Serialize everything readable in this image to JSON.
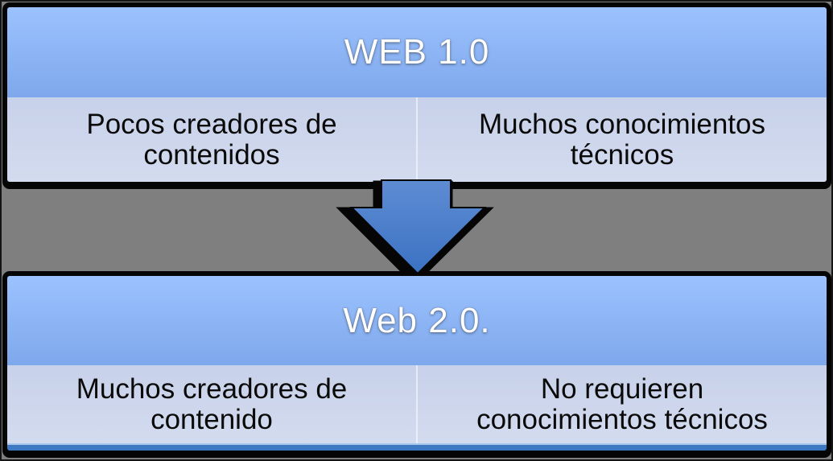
{
  "web1_box": {
    "title": "WEB 1.0",
    "cells": [
      {
        "text": "Pocos creadores de contenidos"
      },
      {
        "text": "Muchos conocimientos técnicos"
      }
    ]
  },
  "web2_box": {
    "title": "Web 2.0.",
    "cells": [
      {
        "text": "Muchos creadores de contenido"
      },
      {
        "text": "No requieren conocimientos técnicos"
      }
    ]
  },
  "arrow": {
    "icon": "down-arrow-icon",
    "direction": "down"
  },
  "colors": {
    "background_gray": "#7F7F7F",
    "box_border_black": "#050505",
    "header_gradient_top": "#9CC2FE",
    "header_gradient_bottom": "#7EA8EC",
    "cell_gradient_top": "#C7D1E9",
    "cell_gradient_bottom": "#D3DBEF",
    "arrow_gradient_top": "#5E8CD3",
    "arrow_gradient_bottom": "#3B72C3",
    "accent_bar": "#3E79C4",
    "accent_bar_light": "#A9C6EC",
    "title_text": "#FFFFFF",
    "cell_text": "#0A0A0A"
  }
}
